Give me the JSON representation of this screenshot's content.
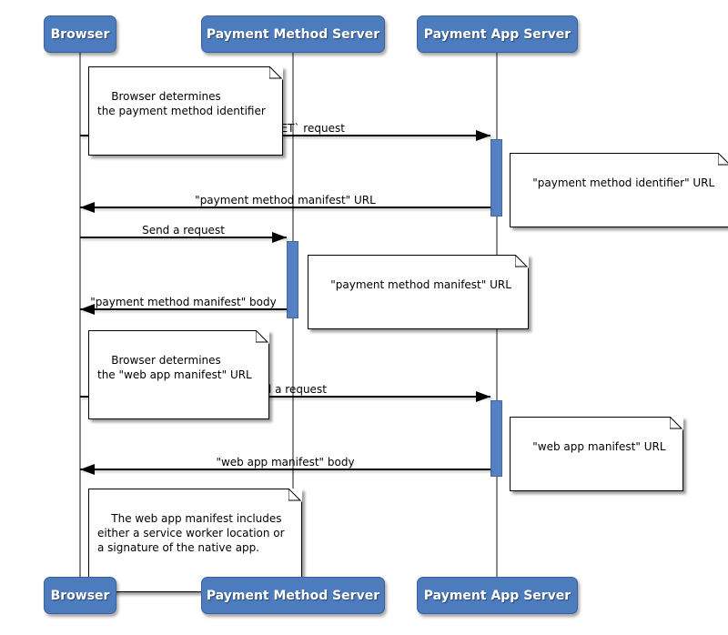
{
  "diagram": {
    "actors": [
      {
        "id": "browser",
        "label": "Browser"
      },
      {
        "id": "payment-method-server",
        "label": "Payment Method Server"
      },
      {
        "id": "payment-app-server",
        "label": "Payment App Server"
      }
    ],
    "messages": [
      {
        "label": "Send a `GET` request",
        "from": "Browser",
        "to": "Payment App Server"
      },
      {
        "label": "\"payment method manifest\" URL",
        "from": "Payment App Server",
        "to": "Browser"
      },
      {
        "label": "Send a request",
        "from": "Browser",
        "to": "Payment Method Server"
      },
      {
        "label": "\"payment method manifest\" body",
        "from": "Payment Method Server",
        "to": "Browser"
      },
      {
        "label": "Send a request",
        "from": "Browser",
        "to": "Payment App Server"
      },
      {
        "label": "\"web app manifest\" body",
        "from": "Payment App Server",
        "to": "Browser"
      }
    ],
    "notes": [
      {
        "text": "Browser determines\nthe payment method identifier"
      },
      {
        "text": "\"payment method identifier\" URL"
      },
      {
        "text": "\"payment method manifest\" URL"
      },
      {
        "text": "Browser determines\nthe \"web app manifest\" URL"
      },
      {
        "text": "\"web app manifest\" URL"
      },
      {
        "text": "The web app manifest includes\neither a service worker location or\na signature of the native app."
      }
    ],
    "colors": {
      "actor_fill": "#4d7cbe",
      "actor_border": "#38619b",
      "actor_text": "#ffffff",
      "activation_fill": "#5580c4",
      "activation_border": "#3f67a0",
      "lifeline": "#8a8a8a",
      "message_line": "#000000",
      "note_fill": "#ffffff",
      "note_border": "#000000",
      "text": "#000000",
      "background": "#ffffff"
    }
  }
}
